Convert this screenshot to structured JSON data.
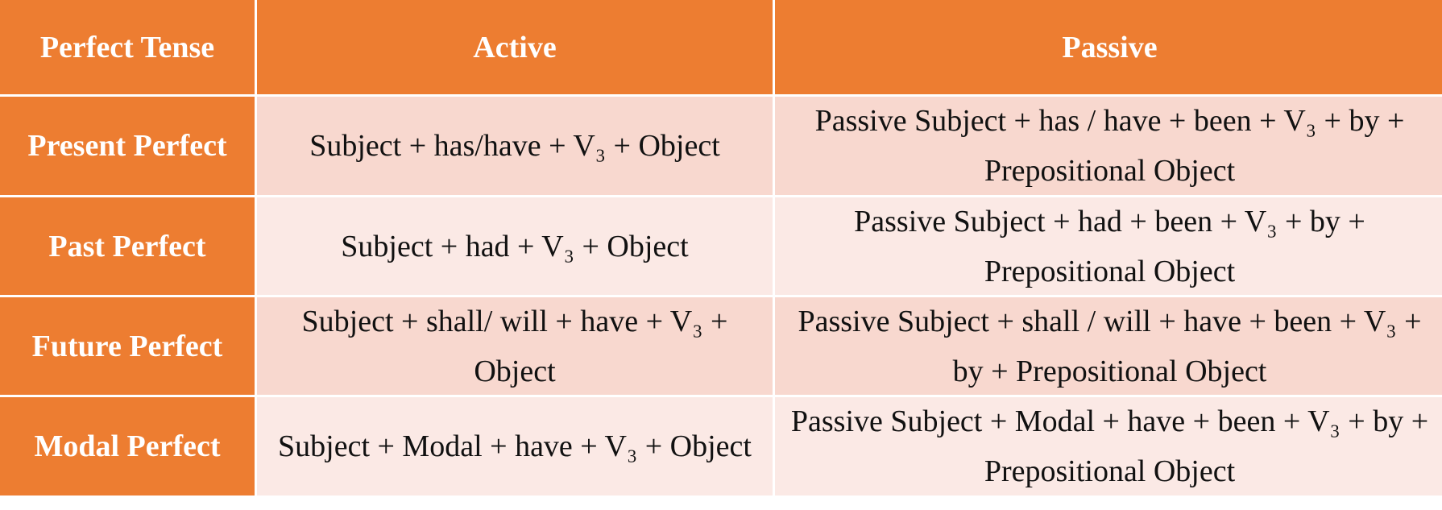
{
  "colors": {
    "header_bg": "#ed7d31",
    "header_text": "#ffffff",
    "row_dark": "#f8d8cf",
    "row_light": "#fbe9e5"
  },
  "table": {
    "headers": [
      "Perfect Tense",
      "Active",
      "Passive"
    ],
    "rows": [
      {
        "tense": "Present Perfect",
        "active": "Subject + has/have + V₃ + Object",
        "passive": "Passive Subject + has / have + been + V₃ + by + Prepositional Object"
      },
      {
        "tense": "Past Perfect",
        "active": "Subject + had + V₃ + Object",
        "passive": "Passive Subject + had + been + V₃ + by + Prepositional Object"
      },
      {
        "tense": "Future Perfect",
        "active": "Subject + shall/ will + have + V₃ + Object",
        "passive": "Passive Subject + shall / will + have + been + V₃ + by + Prepositional Object"
      },
      {
        "tense": "Modal Perfect",
        "active": "Subject + Modal + have + V₃ + Object",
        "passive": "Passive Subject + Modal + have + been + V₃ + by + Prepositional Object"
      }
    ]
  }
}
